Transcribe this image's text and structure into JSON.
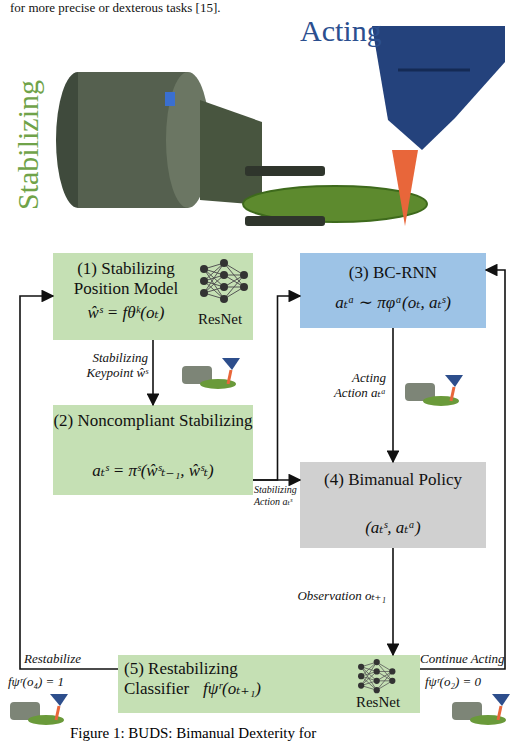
{
  "diagram": {
    "caption": "Figure 1: BUDS: Bimanual Dexterity for",
    "nodes": [
      {
        "text": [
          "(1) Stabilizing Position Model",
          "ŵˢ = fθᵏ(oₜ)",
          "ResNet"
        ]
      },
      {
        "text": [
          "(3) BC-RNN",
          "aₜᵃ ∼ πφᵃ(oₜ, aₜˢ)"
        ]
      },
      {
        "text": [
          "(2) Noncompliant Stabilizing",
          "aₜˢ = πˢ(ŵˢₜ₋₁, ŵˢₜ)"
        ]
      },
      {
        "text": [
          "(4) Bimanual Policy",
          "(aₜˢ, aₜᵃ)"
        ]
      },
      {
        "text": [
          "(5) Restabilizing Classifier",
          "fψʳ(oₜ₊₁)",
          "ResNet"
        ]
      }
    ],
    "edges": [
      {
        "from": 0,
        "to": 2,
        "arrow": "to",
        "label": "Stabilizing Keypoint ŵˢ"
      },
      {
        "from": 2,
        "to": 1,
        "arrow": "to"
      },
      {
        "from": 2,
        "to": 3,
        "arrow": "to",
        "label": "Stabilizing Action aₜˢ"
      },
      {
        "from": 1,
        "to": 3,
        "arrow": "to",
        "label": "Acting Action aₜᵃ"
      },
      {
        "from": 3,
        "to": 4,
        "arrow": "to",
        "label": "Observation oₜ₊₁"
      },
      {
        "from": 4,
        "to": 0,
        "arrow": "to",
        "label": "Restabilize"
      },
      {
        "from": 4,
        "to": 1,
        "arrow": "to",
        "label": "Continue Acting"
      }
    ],
    "labels": [
      "for more precise or dexterous tasks [15].",
      "Stabilizing",
      "Acting",
      "fψʳ(o₄) = 1",
      "fψʳ(o₂) = 0"
    ]
  }
}
